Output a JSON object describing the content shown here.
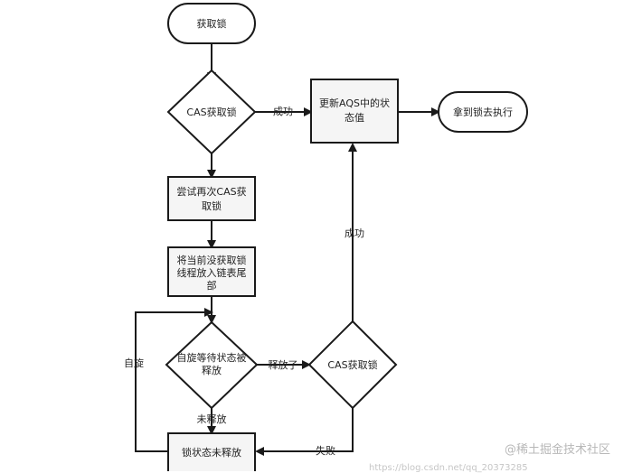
{
  "nodes": {
    "start": "获取锁",
    "cas1": "CAS获取锁",
    "update_line1": "更新AQS中的状",
    "update_line2": "态值",
    "execute": "拿到锁去执行",
    "retry_line1": "尝试再次CAS获",
    "retry_line2": "取锁",
    "enqueue_line1": "将当前没获取锁",
    "enqueue_line2": "线程放入链表尾",
    "enqueue_line3": "部",
    "spin_line1": "自旋等待状态被",
    "spin_line2": "释放",
    "cas2": "CAS获取锁",
    "not_released": "锁状态未释放"
  },
  "edges": {
    "success_right": "成功",
    "success_up": "成功",
    "released": "释放了",
    "not_released": "未释放",
    "spin": "自旋",
    "fail": "失败"
  },
  "watermark": {
    "brand": "@稀土掘金技术社区",
    "url": "https://blog.csdn.net/qq_20373285"
  },
  "colors": {
    "stroke": "#1a1a1a",
    "box_fill": "#f5f5f5",
    "text": "#222222",
    "watermark": "#b8b8b8"
  }
}
